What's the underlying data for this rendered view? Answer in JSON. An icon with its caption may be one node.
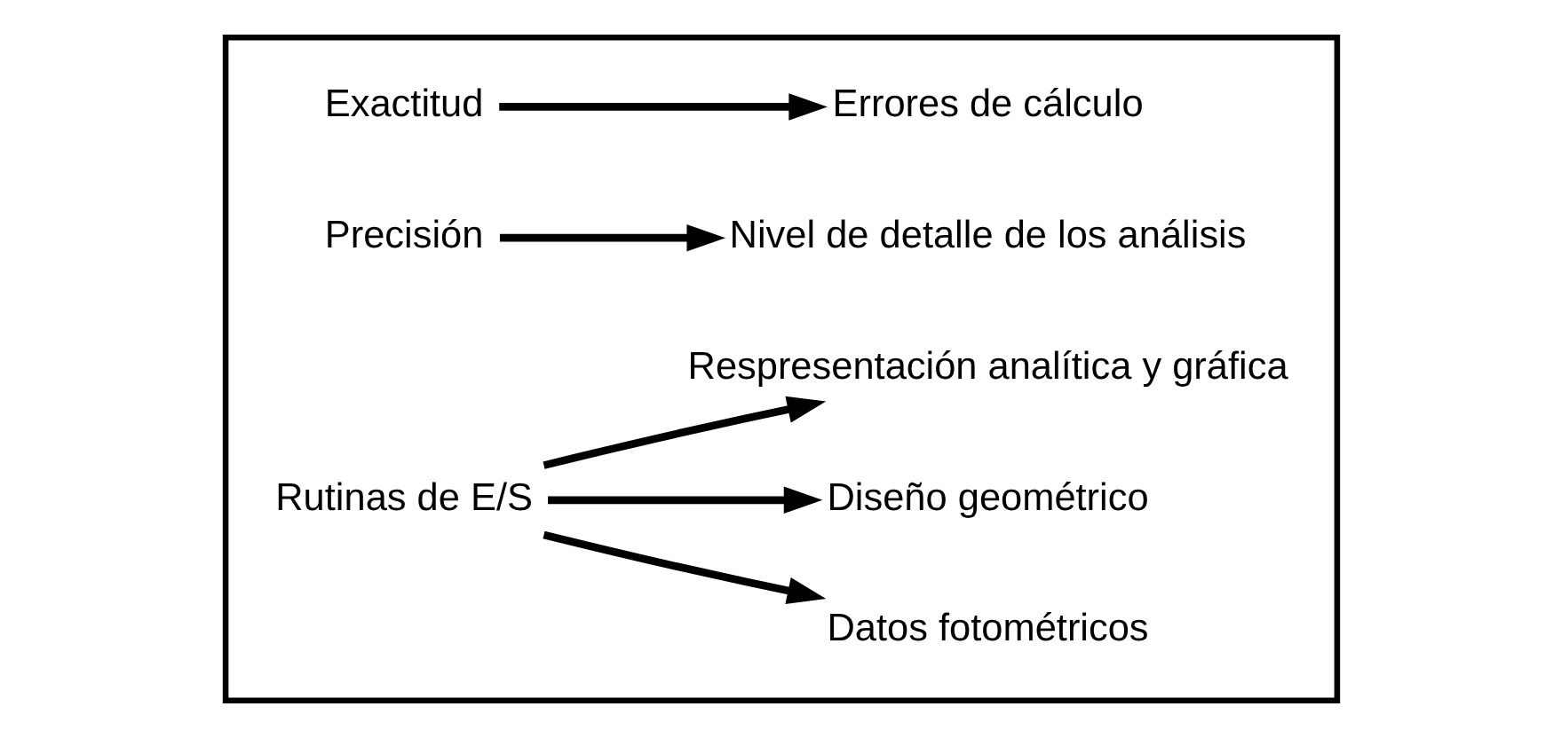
{
  "diagram": {
    "nodes": [
      {
        "text": [],
        "shape": "box"
      },
      {
        "text": [
          "Exactitud"
        ],
        "in": 0
      },
      {
        "text": [
          "Errores de cálculo"
        ],
        "in": 0
      },
      {
        "text": [
          "Precisión"
        ],
        "in": 0
      },
      {
        "text": [
          "Nivel de detalle de los análisis"
        ],
        "in": 0
      },
      {
        "text": [
          "Rutinas de E/S"
        ],
        "in": 0
      },
      {
        "text": [
          "Datos fotométricos"
        ],
        "in": 0
      },
      {
        "text": [
          "Diseño geométrico"
        ],
        "in": 0
      },
      {
        "text": [
          "Respresentación analítica y gráfica"
        ],
        "in": 0
      }
    ],
    "edges": [
      {
        "from": 1,
        "to": 2,
        "arrow": "to"
      },
      {
        "from": 3,
        "to": 4,
        "arrow": "to"
      },
      {
        "from": 5,
        "to": 6,
        "arrow": "to"
      },
      {
        "from": 5,
        "to": 7,
        "arrow": "to"
      },
      {
        "from": 5,
        "to": 8,
        "arrow": "to"
      }
    ]
  }
}
